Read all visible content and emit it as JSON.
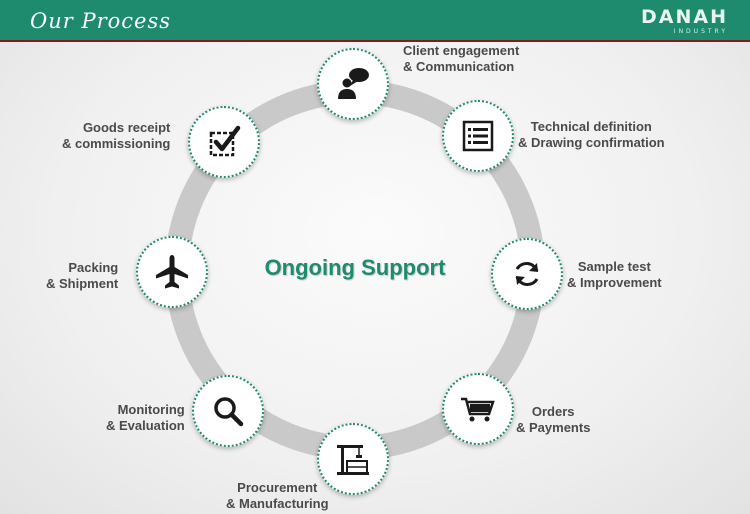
{
  "header": {
    "title": "Our Process",
    "logo_text": "DANAH",
    "logo_subtext": "INDUSTRY"
  },
  "center": {
    "title": "Ongoing Support"
  },
  "colors": {
    "accent": "#1e8a6e",
    "ring": "#c9c9c9",
    "header_border": "#7a1f1a"
  },
  "steps": [
    {
      "icon": "person-speech-icon",
      "line1": "Client engagement",
      "line2": "& Communication"
    },
    {
      "icon": "document-list-icon",
      "line1": "Technical definition",
      "line2": "& Drawing confirmation"
    },
    {
      "icon": "refresh-icon",
      "line1": "Sample test",
      "line2": "& Improvement"
    },
    {
      "icon": "shopping-cart-icon",
      "line1": "Orders",
      "line2": "& Payments"
    },
    {
      "icon": "factory-crane-icon",
      "line1": "Procurement",
      "line2": "& Manufacturing"
    },
    {
      "icon": "magnifier-icon",
      "line1": "Monitoring",
      "line2": "& Evaluation"
    },
    {
      "icon": "airplane-icon",
      "line1": "Packing",
      "line2": "& Shipment"
    },
    {
      "icon": "checkbox-icon",
      "line1": "Goods receipt",
      "line2": "& commissioning"
    }
  ]
}
